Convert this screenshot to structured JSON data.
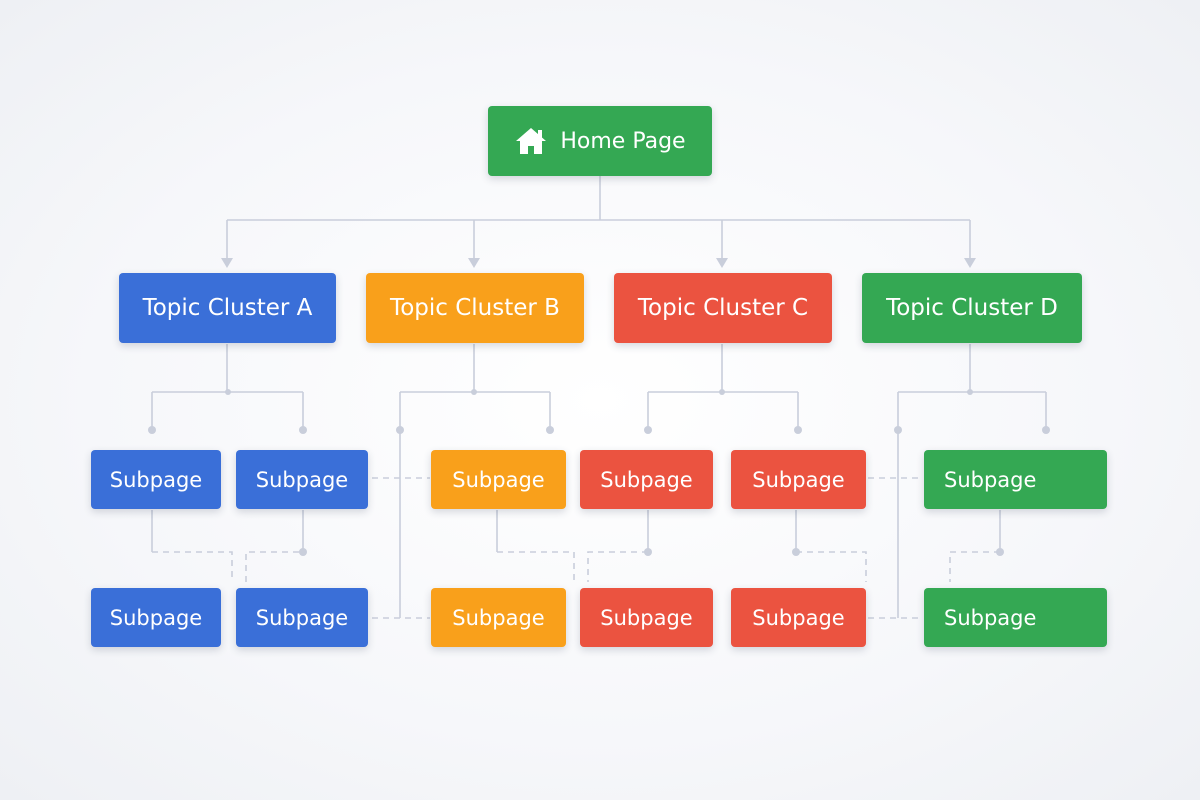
{
  "colors": {
    "blue": "#3a6fd8",
    "orange": "#f9a01b",
    "red": "#eb5340",
    "green": "#34a853",
    "connector": "#c9cedb"
  },
  "home": {
    "label": "Home Page",
    "icon": "home-icon"
  },
  "clusters": [
    {
      "label": "Topic Cluster A",
      "color": "#3a6fd8"
    },
    {
      "label": "Topic Cluster B",
      "color": "#f9a01b"
    },
    {
      "label": "Topic Cluster C",
      "color": "#eb5340"
    },
    {
      "label": "Topic Cluster D",
      "color": "#34a853"
    }
  ],
  "subpages": [
    {
      "label": "Subpage",
      "cluster": "A"
    },
    {
      "label": "Subpage",
      "cluster": "A"
    },
    {
      "label": "Subpage",
      "cluster": "B"
    },
    {
      "label": "Subpage",
      "cluster": "C"
    },
    {
      "label": "Subpage",
      "cluster": "C"
    },
    {
      "label": "Subpage",
      "cluster": "D"
    },
    {
      "label": "Subpage",
      "cluster": "A"
    },
    {
      "label": "Subpage",
      "cluster": "A"
    },
    {
      "label": "Subpage",
      "cluster": "B"
    },
    {
      "label": "Subpage",
      "cluster": "C"
    },
    {
      "label": "Subpage",
      "cluster": "C"
    },
    {
      "label": "Subpage",
      "cluster": "D"
    }
  ]
}
